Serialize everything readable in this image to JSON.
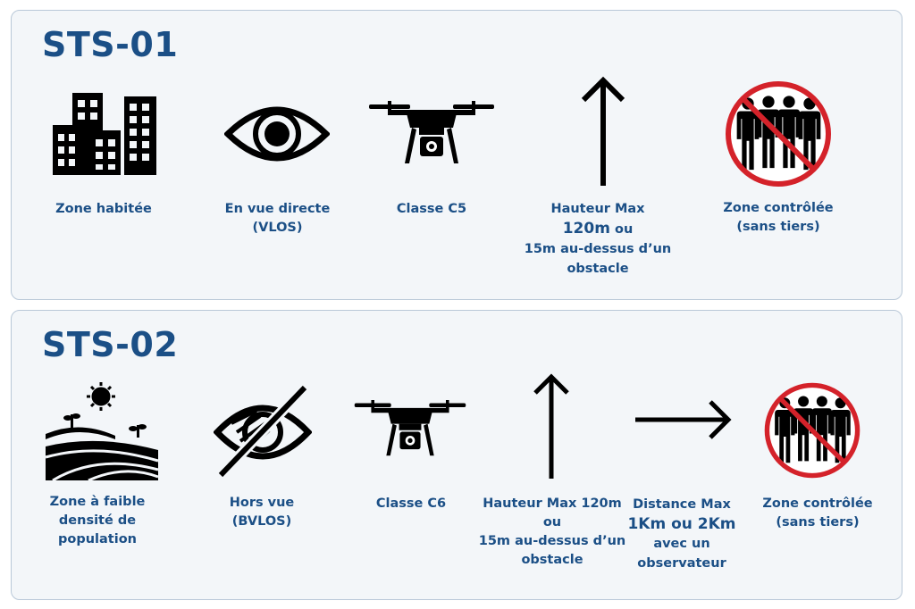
{
  "sts01": {
    "title": "STS-01",
    "items": [
      {
        "icon": "city-buildings-icon",
        "lines": [
          "Zone habitée"
        ]
      },
      {
        "icon": "eye-icon",
        "lines": [
          "En vue directe",
          "(VLOS)"
        ]
      },
      {
        "icon": "drone-icon",
        "lines": [
          "Classe C5"
        ]
      },
      {
        "icon": "arrow-up-icon",
        "lines": [
          "Hauteur Max",
          "120m",
          "ou",
          "15m au-dessus d’un",
          "obstacle"
        ]
      },
      {
        "icon": "no-people-icon",
        "lines": [
          "Zone contrôlée",
          "(sans tiers)"
        ]
      }
    ]
  },
  "sts02": {
    "title": "STS-02",
    "items": [
      {
        "icon": "rural-landscape-icon",
        "lines": [
          "Zone à faible",
          "densité de",
          "population"
        ]
      },
      {
        "icon": "eye-slash-icon",
        "lines": [
          "Hors vue",
          "(BVLOS)"
        ]
      },
      {
        "icon": "drone-icon",
        "lines": [
          "Classe C6"
        ]
      },
      {
        "icon": "arrow-up-icon",
        "lines": [
          "Hauteur Max 120m",
          "ou",
          "15m au-dessus d’un",
          "obstacle"
        ]
      },
      {
        "icon": "arrow-right-icon",
        "lines": [
          "Distance Max",
          "1Km ou 2Km",
          "avec un",
          "observateur"
        ]
      },
      {
        "icon": "no-people-icon",
        "lines": [
          "Zone contrôlée",
          "(sans tiers)"
        ]
      }
    ]
  },
  "colors": {
    "accent": "#1b4f86",
    "prohibit": "#d4222a",
    "icon": "#000000"
  }
}
